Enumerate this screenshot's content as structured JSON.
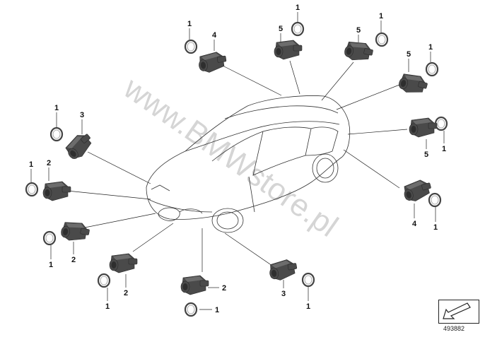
{
  "watermark": "www.BMWstore.pl",
  "diagram_number": "493882",
  "callouts": {
    "c_1a": "1",
    "c_4a": "4",
    "c_1b": "1",
    "c_5a": "5",
    "c_5b": "5",
    "c_1c": "1",
    "c_5c": "5",
    "c_1d": "1",
    "c_1e": "1",
    "c_3a": "3",
    "c_1f": "1",
    "c_2a": "2",
    "c_5d": "5",
    "c_1g": "1",
    "c_4b": "4",
    "c_1h": "1",
    "c_1i": "1",
    "c_2b": "2",
    "c_2c": "2",
    "c_1j": "1",
    "c_2d": "2",
    "c_1k": "1",
    "c_3b": "3",
    "c_1l": "1"
  },
  "icons": {
    "nav": "arrow-left-down-icon"
  }
}
